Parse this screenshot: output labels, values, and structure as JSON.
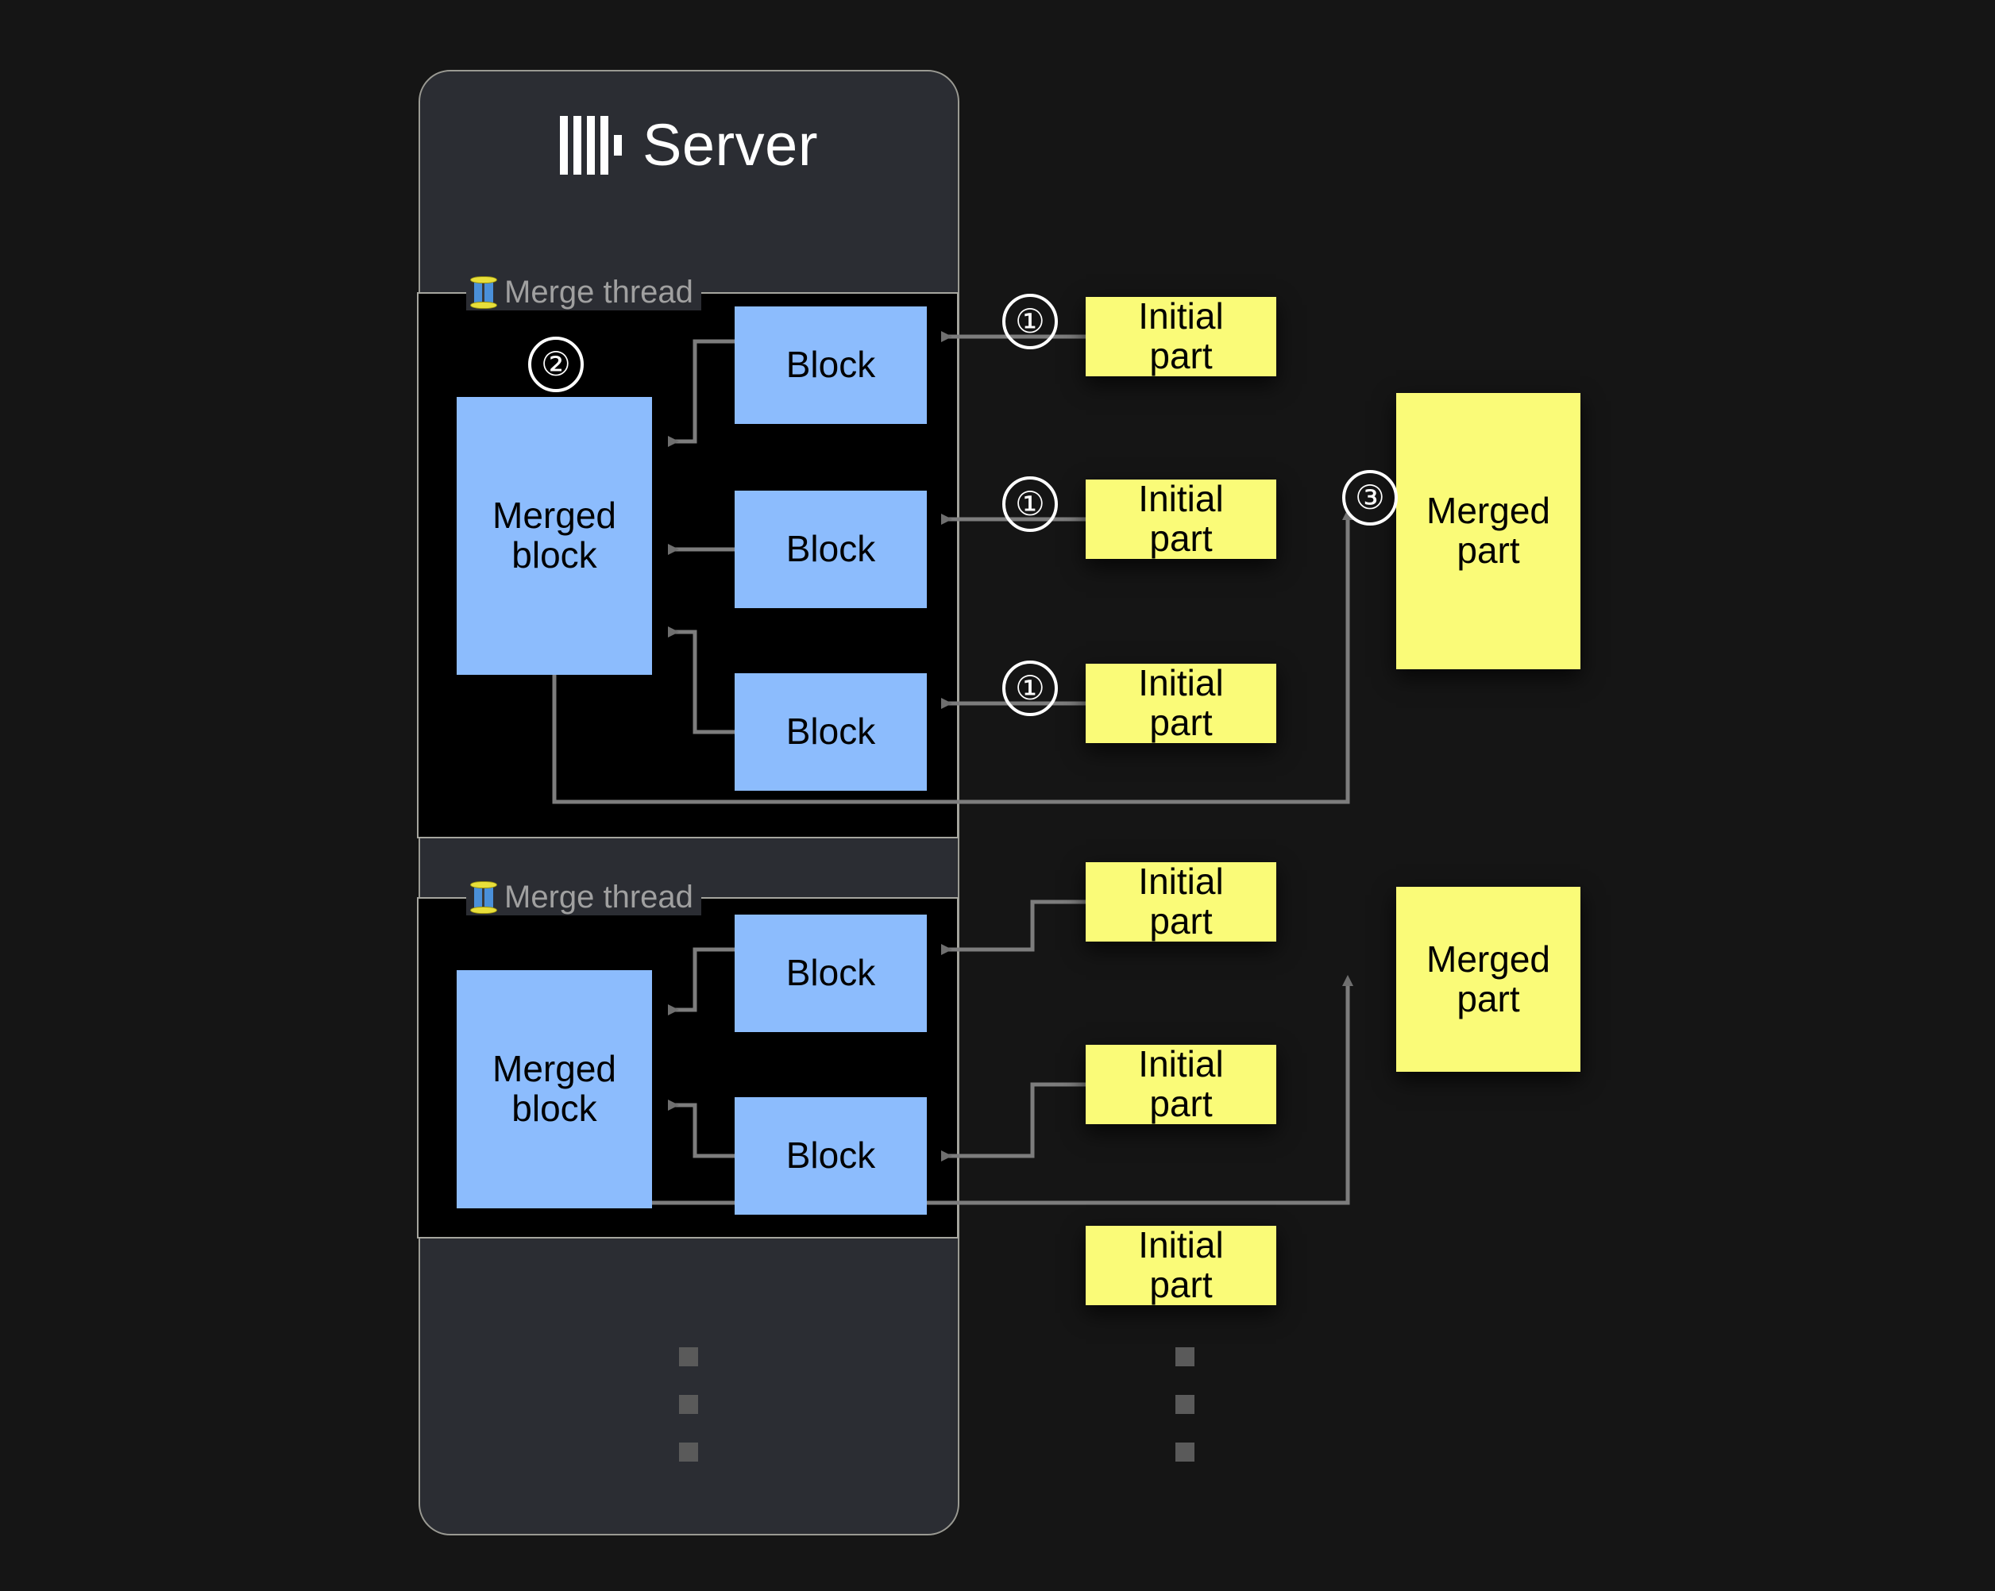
{
  "server": {
    "title": "Server",
    "logo_icon": "clickhouse-logo-icon"
  },
  "threads": [
    {
      "label": "Merge thread",
      "icon": "thread-spool-icon",
      "merged_block_label": "Merged\nblock",
      "blocks": [
        "Block",
        "Block",
        "Block"
      ]
    },
    {
      "label": "Merge thread",
      "icon": "thread-spool-icon",
      "merged_block_label": "Merged\nblock",
      "blocks": [
        "Block",
        "Block"
      ]
    }
  ],
  "labels": {
    "block": "Block",
    "merged_block_line1": "Merged",
    "merged_block_line2": "block",
    "initial_part_line1": "Initial",
    "initial_part_line2": "part",
    "merged_part_line1": "Merged",
    "merged_part_line2": "part",
    "merge_thread": "Merge thread",
    "server": "Server"
  },
  "initial_parts": [
    "Initial part",
    "Initial part",
    "Initial part",
    "Initial part",
    "Initial part",
    "Initial part"
  ],
  "merged_parts": [
    "Merged part",
    "Merged part"
  ],
  "steps": {
    "one": "①",
    "two": "②",
    "three": "③"
  },
  "step_markers": [
    "①",
    "①",
    "①",
    "②",
    "③"
  ],
  "ellipsis": [
    "▪",
    "▪",
    "▪"
  ],
  "colors": {
    "background": "#151515",
    "server_card": "#2b2d33",
    "server_card_border": "#9a9a93",
    "thread_group_fill": "#000000",
    "thread_group_border": "#a6a69f",
    "block_blue": "#8cbcfd",
    "part_yellow": "#fafb78",
    "text_on_box": "#000000",
    "thread_label": "#a0a0a0",
    "wire": "#7d7d7d",
    "step_marker": "#ffffff",
    "ellipsis_square": "#5a5a5a"
  }
}
